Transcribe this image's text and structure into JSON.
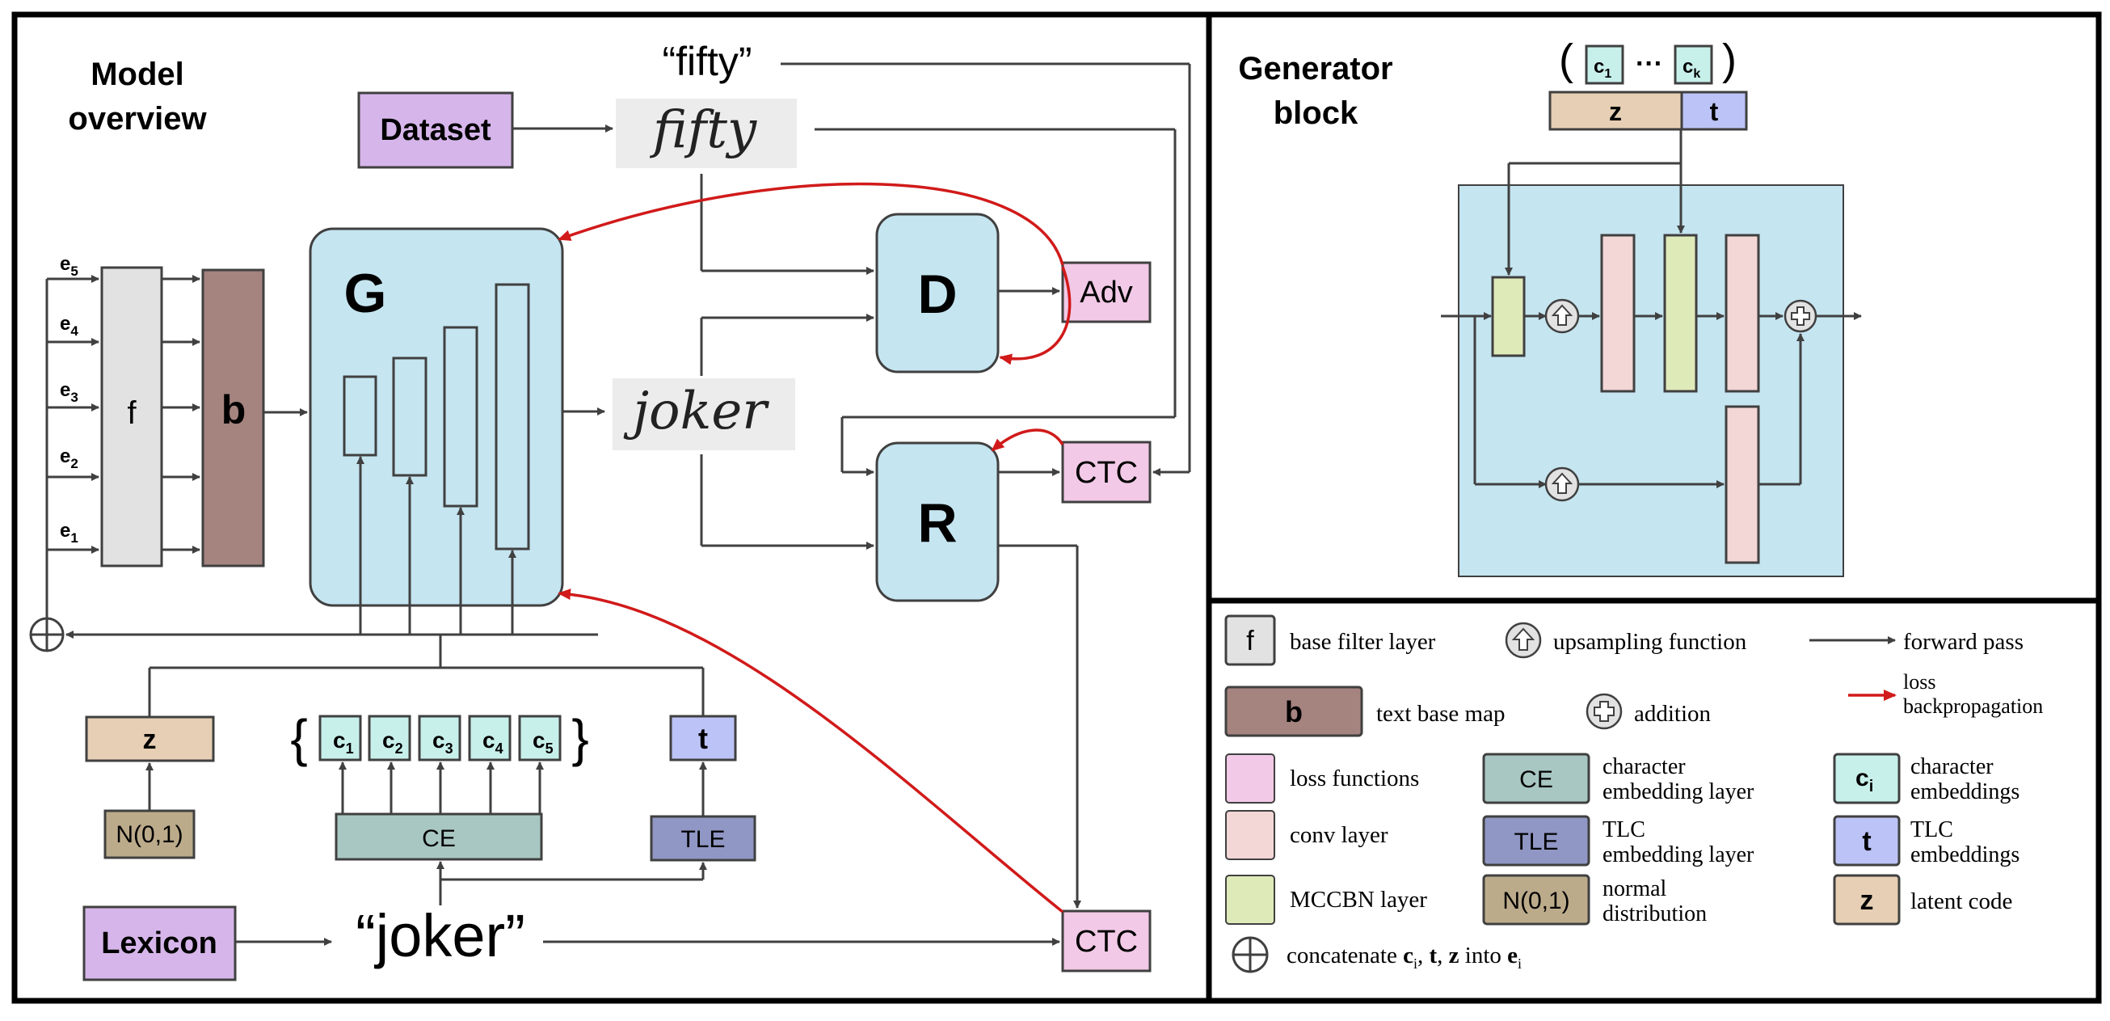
{
  "overview": {
    "title_line1": "Model",
    "title_line2": "overview",
    "dataset": "Dataset",
    "fifty_quote": "“fifty”",
    "fifty_handwritten": "fifty",
    "joker_handwritten": "joker",
    "G": "G",
    "D": "D",
    "R": "R",
    "adv": "Adv",
    "ctc": "CTC",
    "f": "f",
    "b": "b",
    "e_labels": [
      "e",
      "e",
      "e",
      "e",
      "e"
    ],
    "e_subs": [
      "5",
      "4",
      "3",
      "2",
      "1"
    ],
    "z": "z",
    "t": "t",
    "c_label": "c",
    "c_subs": [
      "1",
      "2",
      "3",
      "4",
      "5"
    ],
    "brace_open": "{",
    "brace_close": "}",
    "ce": "CE",
    "tle": "TLE",
    "n01": "N(0,1)",
    "lexicon": "Lexicon",
    "joker_quote": "“joker”"
  },
  "generator": {
    "title_line1": "Generator",
    "title_line2": "block",
    "paren_open": "(",
    "paren_close": ")",
    "c1_label": "c",
    "c1_sub": "1",
    "ellipsis": "···",
    "ck_label": "c",
    "ck_sub": "k",
    "z": "z",
    "t": "t"
  },
  "legend": {
    "f_box": "f",
    "f_text": "base filter layer",
    "up_text": "upsampling function",
    "fwd_text": "forward pass",
    "loss_text1": "loss",
    "loss_text2": "backpropagation",
    "b_box": "b",
    "b_text": "text base map",
    "add_text": "addition",
    "loss_fn_text": "loss functions",
    "ce_box": "CE",
    "ce_text1": "character",
    "ce_text2": "embedding layer",
    "ci_box": "c",
    "ci_sub": "i",
    "ci_text1": "character",
    "ci_text2": "embeddings",
    "conv_text": "conv layer",
    "tle_box": "TLE",
    "tle_text1": "TLC",
    "tle_text2": "embedding layer",
    "t_box": "t",
    "t_text1": "TLC",
    "t_text2": "embeddings",
    "mccbn_text": "MCCBN layer",
    "n01_box": "N(0,1)",
    "n01_text1": "normal",
    "n01_text2": "distribution",
    "z_box": "z",
    "z_text": "latent code",
    "concat_pre": "concatenate",
    "concat_c": "c",
    "concat_c_sub": "i",
    "concat_comma1": ",",
    "concat_t": "t",
    "concat_comma2": ",",
    "concat_z": "z",
    "concat_into": "into",
    "concat_e": "e",
    "concat_e_sub": "i"
  },
  "colors": {
    "light_blue": "#c5e5f0",
    "purple": "#d6b6ea",
    "pink": "#f2c9e6",
    "conv_pink": "#f3d6d6",
    "green": "#dfeab9",
    "gray": "#e2e2e2",
    "brown": "#a5837f",
    "tan": "#e6cfb4",
    "cyan": "#c8f0eb",
    "periwinkle": "#bcc3f6",
    "teal": "#a9c7c2",
    "slate": "#9097c5",
    "khaki": "#bcab8b",
    "loss_red": "#d11a1a"
  },
  "icons": [
    "circle-plus-icon",
    "upsample-arrow-icon",
    "forward-arrow-icon",
    "loss-arrow-icon"
  ]
}
